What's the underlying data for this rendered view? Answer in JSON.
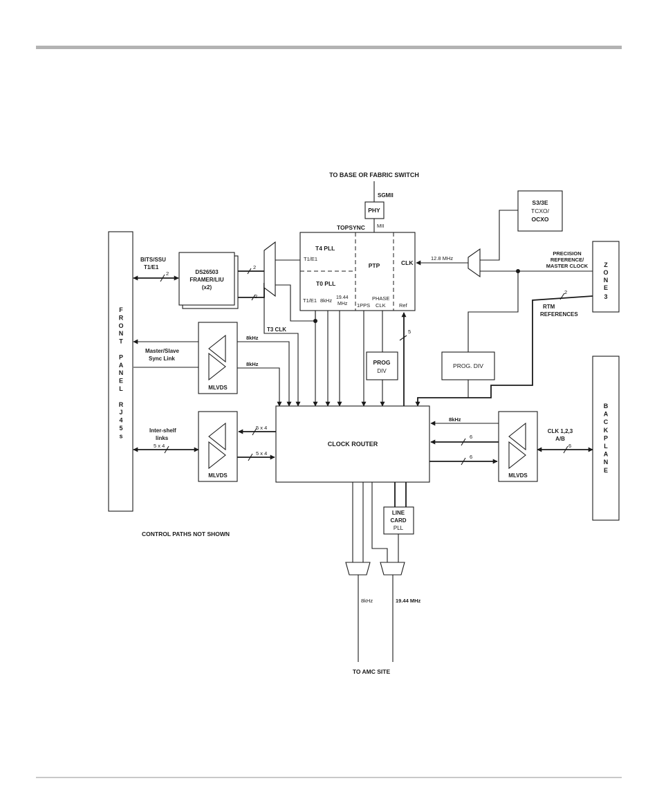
{
  "top_label": "TO BASE OR FABRIC SWITCH",
  "sgmii": "SGMII",
  "phy": "PHY",
  "mii": "MII",
  "topsync": "TOPSYNC",
  "t4pll": "T4 PLL",
  "t1e1_a": "T1/E1",
  "t0pll": "T0 PLL",
  "t1e1_b": "T1/E1",
  "khz8_pin": "8kHz",
  "mhz1944_pin": [
    "19.44",
    "MHz"
  ],
  "pps": "1PPS",
  "phase_clk": [
    "PHASE",
    "CLK"
  ],
  "ref": "Ref",
  "ptp": "PTP",
  "clk": "CLK",
  "osc": [
    "S3/3E",
    "TCXO/",
    "OCXO"
  ],
  "mhz128": "12.8 MHz",
  "precision_ref": [
    "PRECISION",
    "REFERENCE/",
    "MASTER CLOCK"
  ],
  "zone3": [
    "Z",
    "O",
    "N",
    "E",
    "3"
  ],
  "rtm_refs": [
    "RTM",
    "REFERENCES"
  ],
  "bus2_rtm": "2",
  "bits_ssu": [
    "BITS/SSU",
    "T1/E1"
  ],
  "bus2_bits": "2",
  "framer": [
    "DS26503",
    "FRAMER/LIU",
    "(x2)"
  ],
  "bus2_mux_a": "2",
  "bus2_mux_b": "2",
  "t3clk": "T3 CLK",
  "front_panel": [
    "F",
    "R",
    "O",
    "N",
    "T",
    "",
    "P",
    "A",
    "N",
    "E",
    "L",
    "",
    "R",
    "J",
    "4",
    "5",
    "s"
  ],
  "master_slave": [
    "Master/Slave",
    "Sync Link"
  ],
  "khz8_a": "8kHz",
  "khz8_b": "8kHz",
  "mlvds": "MLVDS",
  "bus5": "5",
  "prog_div_small": [
    "PROG",
    "DIV"
  ],
  "prog_div": "PROG. DIV",
  "inter_shelf": [
    "Inter-shelf",
    "links"
  ],
  "bus_5x4_left": "5 x 4",
  "bus_5x4_in": "5 x 4",
  "bus_5x4_out": "5 x 4",
  "clock_router": "CLOCK ROUTER",
  "khz8_right": "8kHz",
  "bus6_in": "6",
  "bus6_out": "6",
  "clk123": [
    "CLK 1,2,3",
    "A/B"
  ],
  "bus6_bp": "6",
  "backplane": [
    "B",
    "A",
    "C",
    "K",
    "P",
    "L",
    "A",
    "N",
    "E"
  ],
  "line_card_pll": [
    "LINE",
    "CARD",
    "PLL"
  ],
  "control_paths": "CONTROL PATHS NOT SHOWN",
  "amc_8khz": "8kHz",
  "amc_1944": "19.44 MHz",
  "to_amc": "TO AMC SITE"
}
